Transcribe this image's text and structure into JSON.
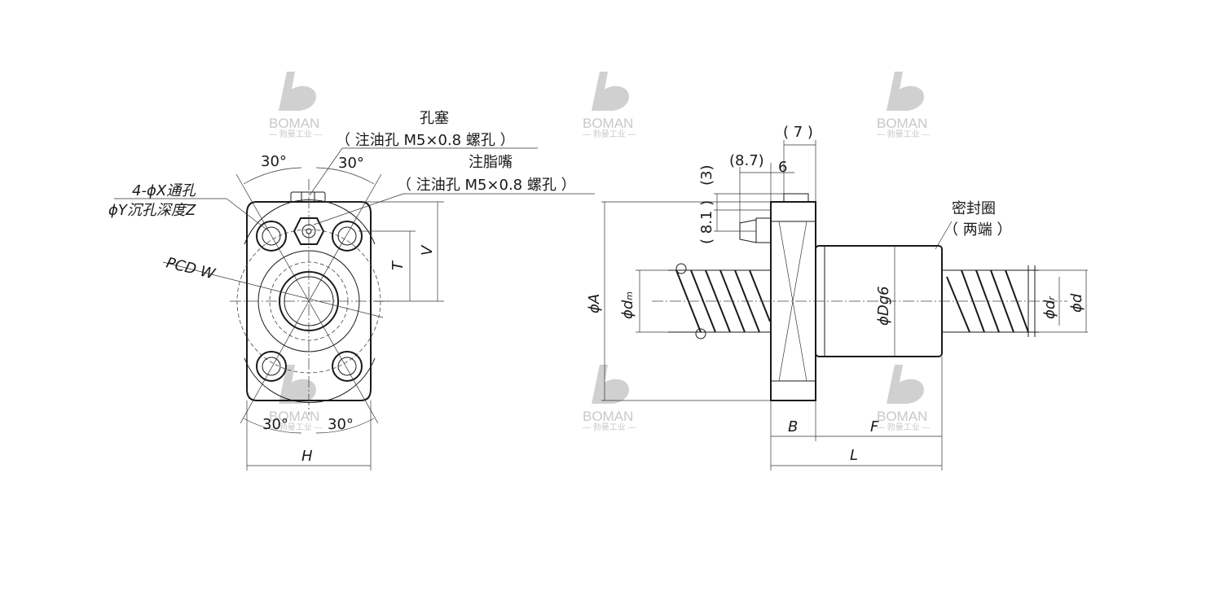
{
  "front_view": {
    "plug_label": "孔塞",
    "plug_note": "（ 注油孔 M5×0.8 螺孔 ）",
    "nipple_label": "注脂嘴",
    "nipple_note": "（ 注油孔 M5×0.8 螺孔 ）",
    "hole_label_1": "4-ϕX通孔",
    "hole_label_2": "ϕY沉孔深度Z",
    "pcd_label": "PCD  W",
    "angle_top_left": "30°",
    "angle_top_right": "30°",
    "angle_bottom_left": "30°",
    "angle_bottom_right": "30°",
    "dim_T": "T",
    "dim_V": "V",
    "dim_H": "H"
  },
  "side_view": {
    "dim_7": "( 7 )",
    "dim_8_7": "(8.7)",
    "dim_6": "6",
    "dim_3": "(3)",
    "dim_8_1": "( 8.1 )",
    "dim_A": "ϕA",
    "dim_dm": "ϕd",
    "dim_dm_sub": "m",
    "dim_Dg6": "ϕDg6",
    "dim_dr": "ϕd",
    "dim_dr_sub": "r",
    "dim_d": "ϕd",
    "seal_label": "密封圈",
    "seal_note": "（ 两端 ）",
    "dim_B": "B",
    "dim_F": "F",
    "dim_L": "L"
  },
  "watermark": {
    "brand": "BOMAN",
    "sub": "— 勃曼工业 —"
  }
}
